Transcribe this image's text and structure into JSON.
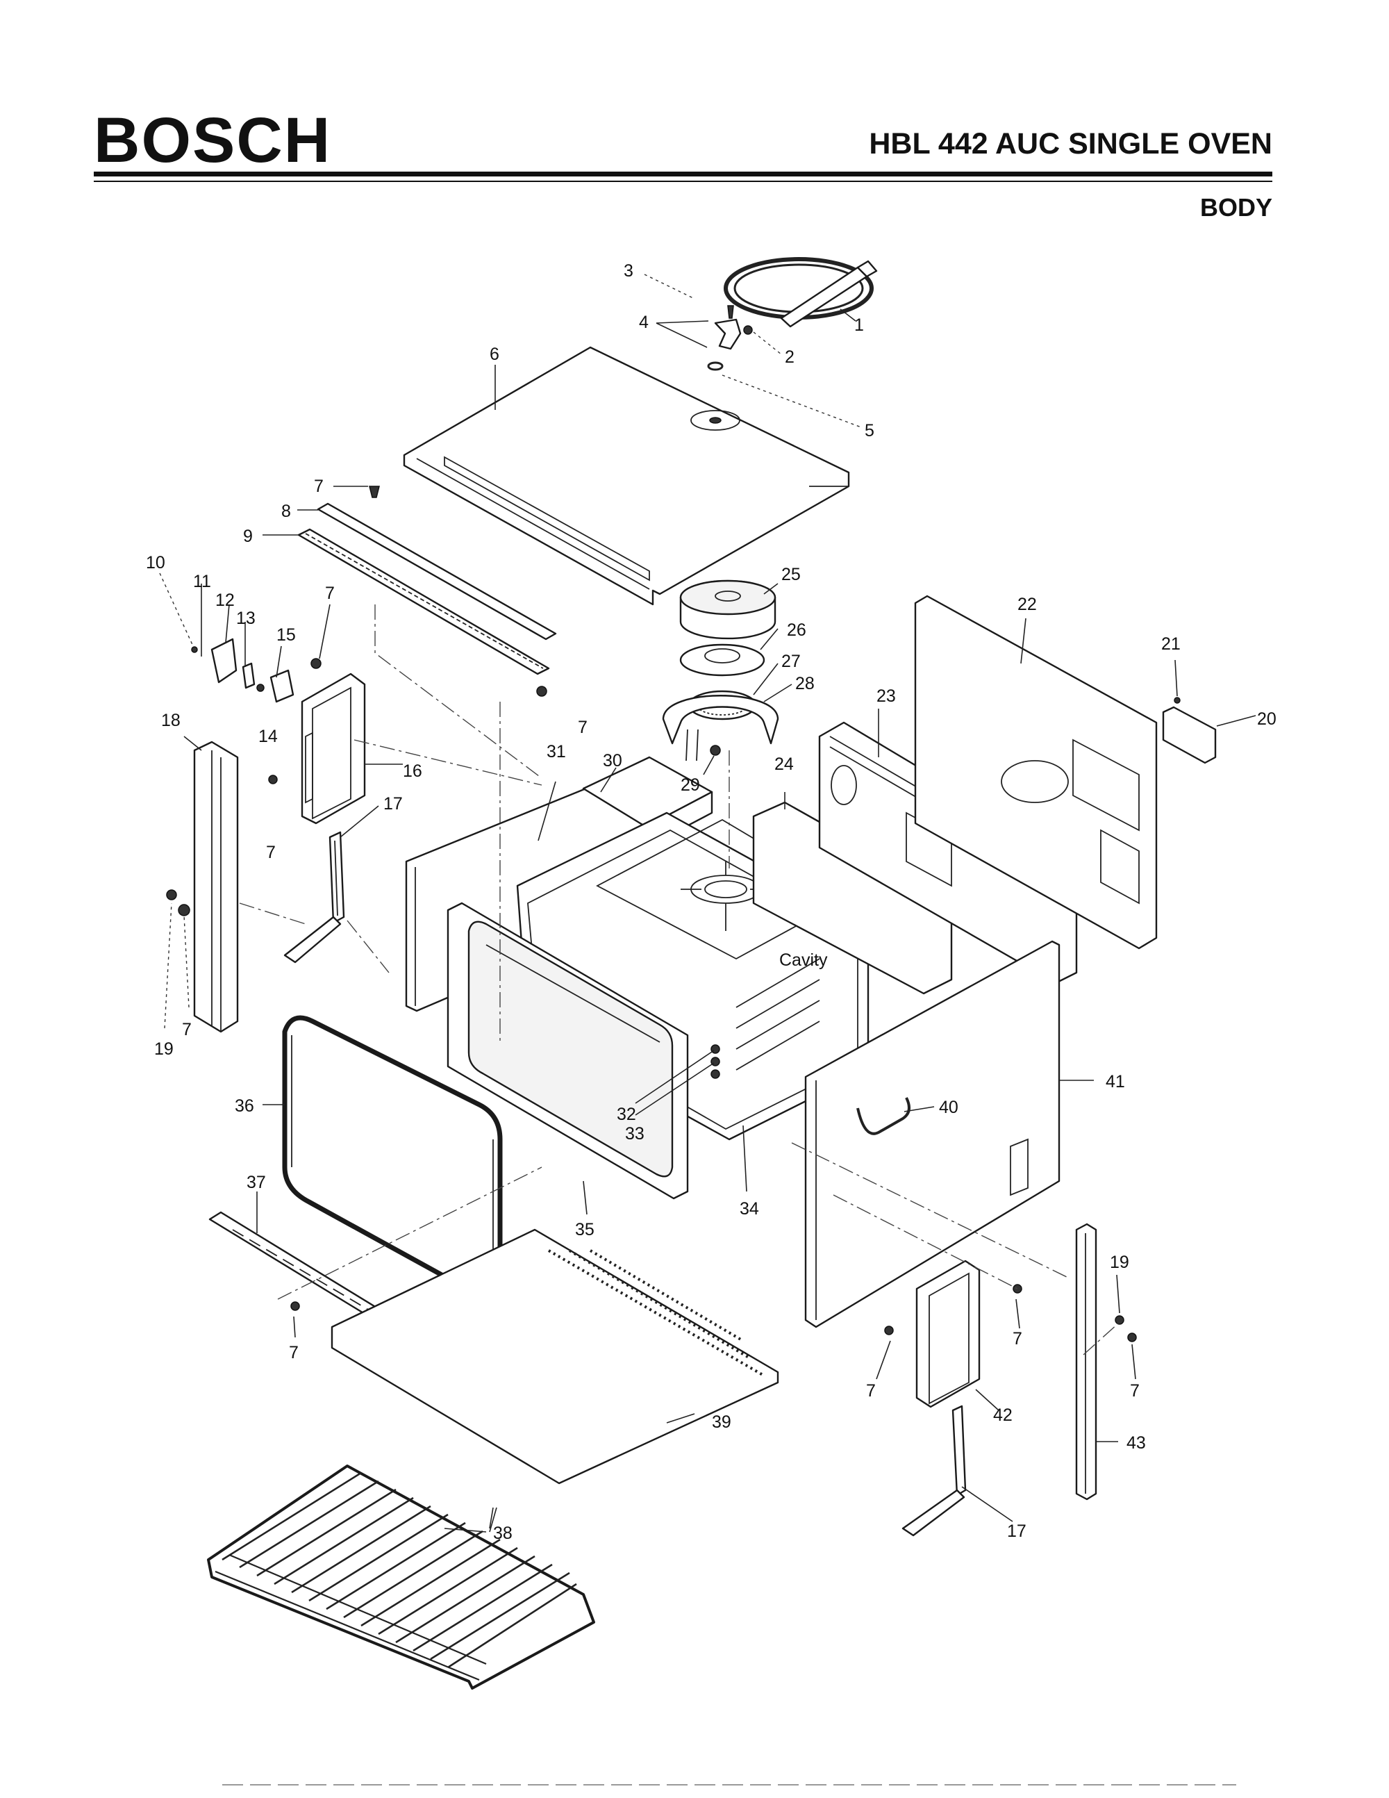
{
  "header": {
    "brand": "BOSCH",
    "model": "HBL 442 AUC SINGLE OVEN",
    "section": "BODY"
  },
  "diagram": {
    "cavity_label": "Cavity",
    "callouts": [
      "1",
      "2",
      "3",
      "4",
      "5",
      "6",
      "7",
      "8",
      "9",
      "10",
      "11",
      "12",
      "13",
      "14",
      "15",
      "16",
      "17",
      "18",
      "19",
      "20",
      "21",
      "22",
      "23",
      "24",
      "25",
      "26",
      "27",
      "28",
      "29",
      "30",
      "31",
      "32",
      "33",
      "34",
      "35",
      "36",
      "37",
      "38",
      "39",
      "40",
      "41",
      "42",
      "43"
    ]
  }
}
